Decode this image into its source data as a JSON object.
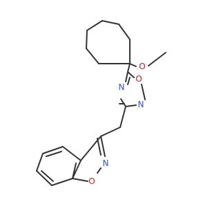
{
  "colors": {
    "bond": "#333333",
    "oxygen": "#ff0d0d",
    "nitrogen": "#3050f8",
    "background": "#ffffff"
  },
  "atom_labels": {
    "methoxy_o": "O",
    "oxadiazole_o": "O",
    "oxadiazole_n_left": "N",
    "oxadiazole_n_right": "N",
    "isoxazole_n": "N",
    "isoxazole_o": "O"
  }
}
